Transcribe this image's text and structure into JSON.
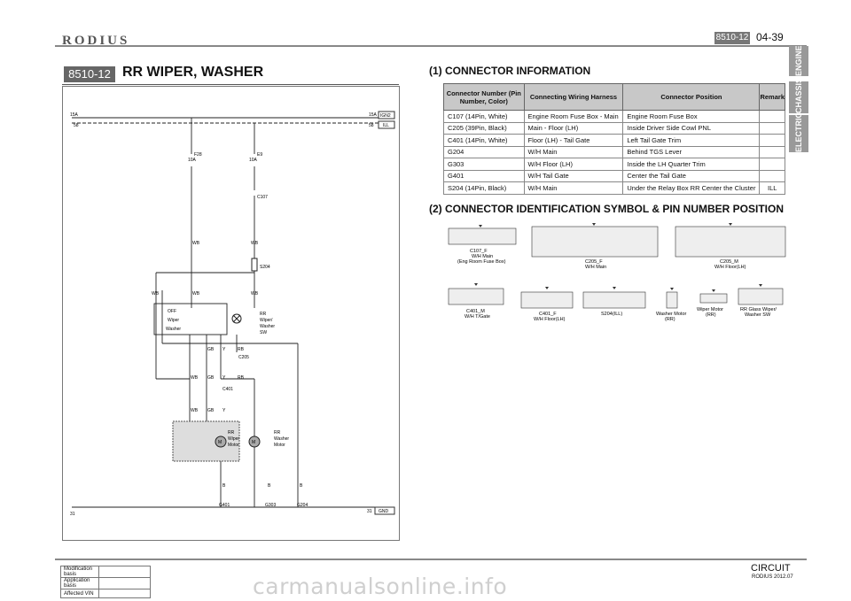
{
  "header": {
    "logo": "RODIUS",
    "code": "8510-12",
    "page": "04-39"
  },
  "side_tabs": [
    "ENGINE",
    "CHASSIS",
    "ELECTRIC"
  ],
  "section": {
    "code": "8510-12",
    "title": "RR WIPER, WASHER"
  },
  "connector_info": {
    "heading": "(1) CONNECTOR INFORMATION",
    "columns": [
      "Connector Number (Pin Number, Color)",
      "Connecting Wiring Harness",
      "Connector Position",
      "Remark"
    ],
    "rows": [
      [
        "C107 (14Pin, White)",
        "Engine Room Fuse Box - Main",
        "Engine Room Fuse Box",
        ""
      ],
      [
        "C205 (39Pin, Black)",
        "Main - Floor (LH)",
        "Inside Driver Side Cowl PNL",
        ""
      ],
      [
        "C401 (14Pin, White)",
        "Floor (LH) - Tail Gate",
        "Left Tail Gate Trim",
        ""
      ],
      [
        "G204",
        "W/H Main",
        "Behind TGS Lever",
        ""
      ],
      [
        "G303",
        "W/H Floor (LH)",
        "Inside the LH Quarter Trim",
        ""
      ],
      [
        "G401",
        "W/H Tail Gate",
        "Center the Tail Gate",
        ""
      ],
      [
        "S204 (14Pin, Black)",
        "W/H Main",
        "Under the Relay Box RR Center the Cluster",
        "ILL"
      ]
    ]
  },
  "pin_section": {
    "heading": "(2) CONNECTOR IDENTIFICATION SYMBOL & PIN NUMBER POSITION",
    "labels": {
      "c107": [
        "C107_F",
        "W/H Main",
        "(Eng Room Fuse Box)"
      ],
      "c205f": [
        "C205_F",
        "W/H Main"
      ],
      "c205m": [
        "C205_M",
        "W/H Floor(LH)"
      ],
      "c401m": [
        "C401_M",
        "W/H T/Gate"
      ],
      "c401f": [
        "C401_F",
        "W/H Floor(LH)"
      ],
      "s204": [
        "S204(ILL)"
      ],
      "washer": [
        "Washer Motor",
        "(RR)"
      ],
      "wiper": [
        "Wiper Motor",
        "(RR)"
      ],
      "glass": [
        "RR Glass Wiper/",
        "Washer SW"
      ]
    }
  },
  "wiring": {
    "bus_left_top": "15A",
    "bus_left_58": "58",
    "bus_right_top": "15A",
    "bus_right_58": "58",
    "ign2": "IGN2",
    "ill": "ILL",
    "gnd": "GND",
    "left_31": "31",
    "right_31": "31",
    "fuse_f28": "F28",
    "fuse_f28_amp": "10A",
    "fuse_e9": "E9",
    "fuse_e9_amp": "10A",
    "c107": "C107",
    "s204": "S204",
    "c205": "C205",
    "c401": "C401",
    "wb": "WB",
    "gb": "GB",
    "y": "Y",
    "rb": "RB",
    "b": "B",
    "sw_off": "OFF",
    "sw_wiper": "Wiper",
    "sw_washer": "Washer",
    "sw_name": [
      "RR",
      "Wiper/",
      "Washer",
      "SW"
    ],
    "wiper_motor": [
      "RR",
      "Wiper",
      "Motor"
    ],
    "washer_motor": [
      "RR",
      "Washer",
      "Motor"
    ],
    "m": "M",
    "g401": "G401",
    "g303": "G303",
    "g204": "G204"
  },
  "footer": {
    "mod_rows": [
      "Modification basis",
      "Application basis",
      "Affected VIN"
    ],
    "circuit": "CIRCUIT",
    "rodius": "RODIUS 2012.07",
    "watermark": "carmanualsonline.info"
  }
}
